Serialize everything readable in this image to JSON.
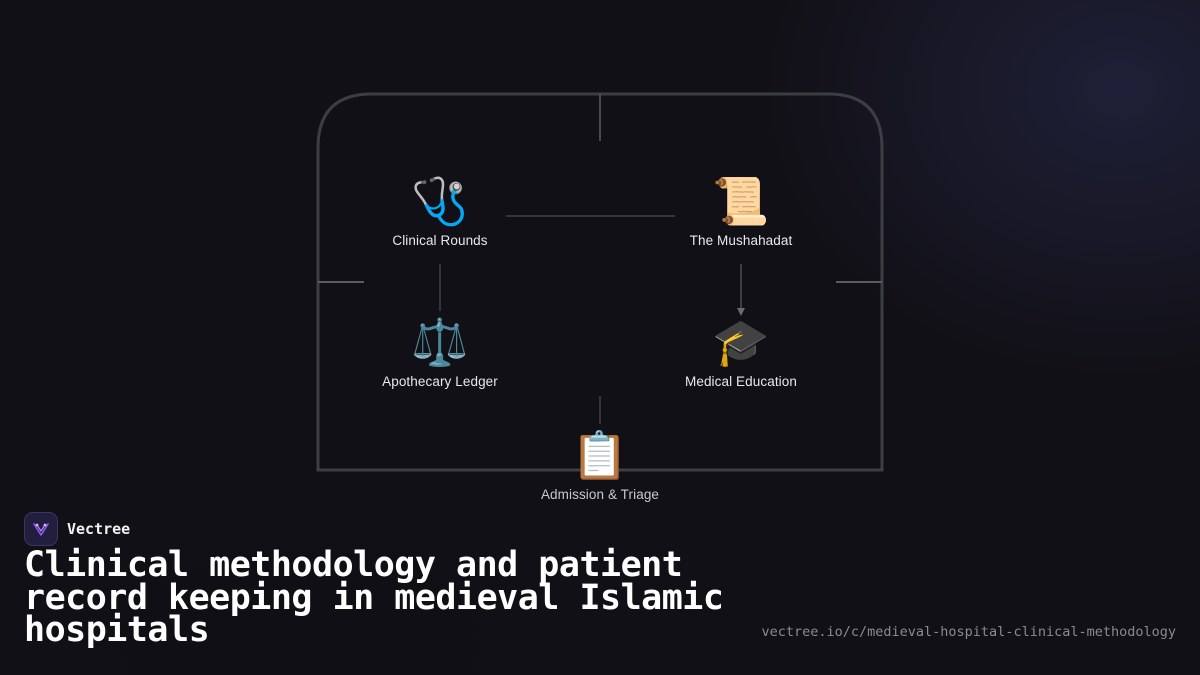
{
  "diagram": {
    "nodes": [
      {
        "id": "clinical_rounds",
        "label": "Clinical Rounds",
        "icon": "stethoscope-icon",
        "glyph": "🩺"
      },
      {
        "id": "mushahadat",
        "label": "The Mushahadat",
        "icon": "scroll-icon",
        "glyph": "📜"
      },
      {
        "id": "apothecary",
        "label": "Apothecary Ledger",
        "icon": "balance-scale-icon",
        "glyph": "⚖️"
      },
      {
        "id": "medical_education",
        "label": "Medical Education",
        "icon": "graduation-cap-icon",
        "glyph": "🎓"
      },
      {
        "id": "admission",
        "label": "Admission & Triage",
        "icon": "clipboard-icon",
        "glyph": "📋"
      }
    ],
    "edges": [
      {
        "from": "clinical_rounds",
        "to": "mushahadat"
      },
      {
        "from": "clinical_rounds",
        "to": "apothecary"
      },
      {
        "from": "mushahadat",
        "to": "medical_education",
        "arrow": true
      },
      {
        "from": "admission",
        "to": "loop"
      }
    ]
  },
  "brand": {
    "name": "Vectree",
    "icon": "vectree-logo-icon"
  },
  "footer": {
    "title": "Clinical methodology and patient record keeping in medieval Islamic hospitals",
    "url": "vectree.io/c/medieval-hospital-clinical-methodology"
  },
  "colors": {
    "background": "#111016",
    "frame": "#3d3d44",
    "connector": "#5a5a62",
    "accent": "#7b5cd6"
  }
}
